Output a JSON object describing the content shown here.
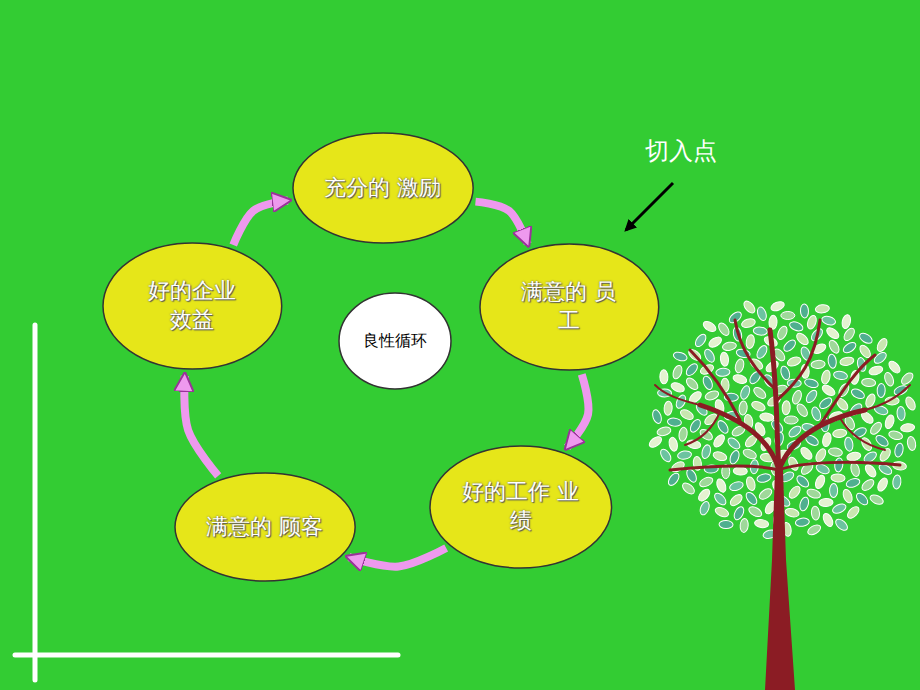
{
  "diagram": {
    "nodes": [
      {
        "text": [
          "充分的 激励"
        ]
      },
      {
        "text": [
          "满意的 员工"
        ]
      },
      {
        "text": [
          "好的工作 业绩"
        ]
      },
      {
        "text": [
          "满意的 顾客"
        ]
      },
      {
        "text": [
          "好的企业 效益"
        ]
      },
      {
        "text": [
          "良性循环"
        ]
      }
    ],
    "edges": [
      {
        "from": 0,
        "to": 1,
        "arrow": "to"
      },
      {
        "from": 1,
        "to": 2,
        "arrow": "to"
      },
      {
        "from": 2,
        "to": 3,
        "arrow": "to"
      },
      {
        "from": 3,
        "to": 4,
        "arrow": "to"
      },
      {
        "from": 4,
        "to": 0,
        "arrow": "to"
      }
    ],
    "labels": [
      "切入点"
    ]
  }
}
